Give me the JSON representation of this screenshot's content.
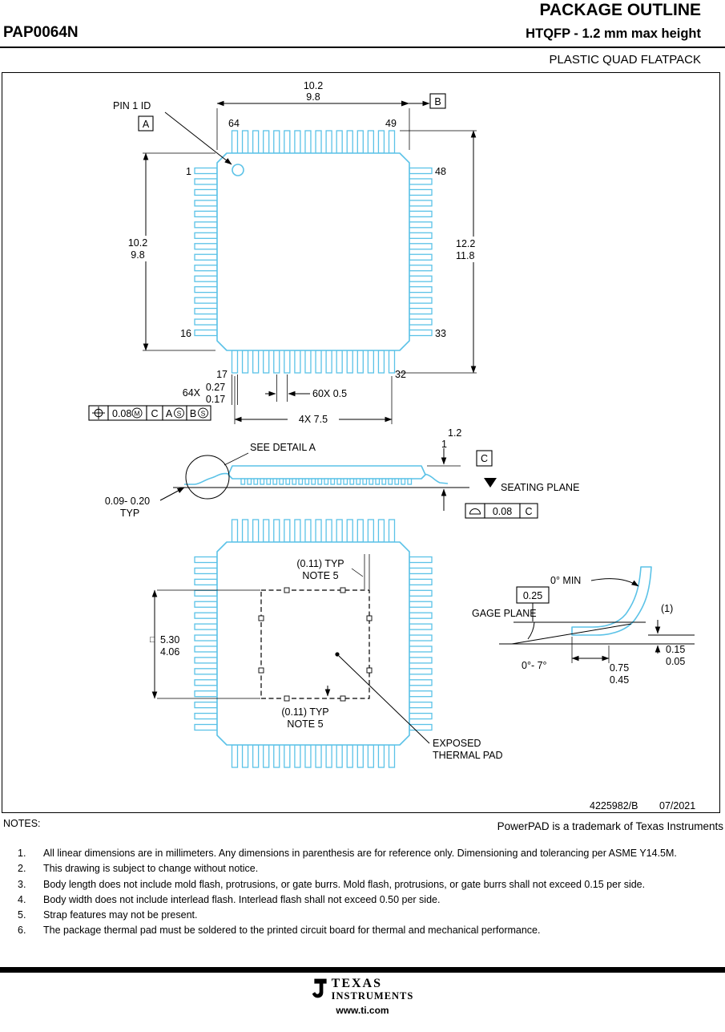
{
  "header": {
    "title": "PACKAGE OUTLINE",
    "part_number": "PAP0064N",
    "subtitle": "HTQFP - 1.2 mm max height",
    "package_type": "PLASTIC QUAD FLATPACK"
  },
  "top_view": {
    "pin1_label": "PIN 1 ID",
    "datum_a": "A",
    "datum_b": "B",
    "body_width_max": "10.2",
    "body_width_min": "9.8",
    "body_height_max": "10.2",
    "body_height_min": "9.8",
    "lead_span_max": "12.2",
    "lead_span_min": "11.8",
    "pin64": "64",
    "pin49": "49",
    "pin1": "1",
    "pin48": "48",
    "pin16": "16",
    "pin33": "33",
    "pin17": "17",
    "pin32": "32",
    "lead_width_count": "64X",
    "lead_width_max": "0.27",
    "lead_width_min": "0.17",
    "pitch": "60X 0.5",
    "row_span": "4X 7.5",
    "position_tol": {
      "value": "0.08",
      "modifier": "M",
      "datum1": "C",
      "datum2": "A",
      "datum2_mod": "S",
      "datum3": "B",
      "datum3_mod": "S"
    }
  },
  "side_view": {
    "detail_callout": "SEE DETAIL A",
    "height_max": "1.2",
    "height_min": "1",
    "datum_c": "C",
    "seating_plane": "SEATING PLANE",
    "lead_thickness": "0.09- 0.20",
    "lead_thickness_typ": "TYP",
    "flatness_tol": {
      "value": "0.08",
      "datum": "C"
    }
  },
  "bottom_view": {
    "offset_top": "(0.11) TYP",
    "offset_top_note": "NOTE 5",
    "offset_bottom": "(0.11) TYP",
    "offset_bottom_note": "NOTE 5",
    "pad_symbol": "□",
    "pad_max": "5.30",
    "pad_min": "4.06",
    "pad_label_line1": "EXPOSED",
    "pad_label_line2": "THERMAL PAD"
  },
  "detail_a": {
    "angle_min": "0° MIN",
    "gage_offset": "0.25",
    "gage_label": "GAGE PLANE",
    "lead_ref": "(1)",
    "foot_angle": "0°- 7°",
    "foot_len_max": "0.75",
    "foot_len_min": "0.45",
    "standoff_max": "0.15",
    "standoff_min": "0.05"
  },
  "title_block": {
    "drawing_number": "4225982/B",
    "date": "07/2021"
  },
  "notes": {
    "label": "NOTES:",
    "trademark": "PowerPAD is a trademark of Texas Instruments",
    "items": [
      {
        "num": "1.",
        "text": "All linear dimensions are in millimeters. Any dimensions in parenthesis are for reference only. Dimensioning and tolerancing per ASME Y14.5M."
      },
      {
        "num": "2.",
        "text": "This drawing is subject to change without notice."
      },
      {
        "num": "3.",
        "text": "Body length does not include mold flash, protrusions, or gate burrs.  Mold flash, protrusions, or gate burrs shall not exceed 0.15 per side."
      },
      {
        "num": "4.",
        "text": "Body width does not include interlead flash. Interlead flash shall not exceed 0.50 per side."
      },
      {
        "num": "5.",
        "text": "Strap features may not be present."
      },
      {
        "num": "6.",
        "text": "The package thermal pad must be soldered to the printed circuit board for thermal and mechanical performance."
      }
    ]
  },
  "footer": {
    "brand_line1": "TEXAS",
    "brand_line2": "INSTRUMENTS",
    "website": "www.ti.com"
  },
  "colors": {
    "line_blue": "#5BC2E7",
    "ink": "#000000"
  }
}
